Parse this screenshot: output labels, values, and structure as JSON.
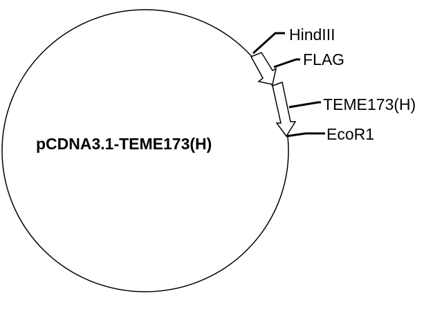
{
  "plasmid": {
    "name": "pCDNA3.1-TEME173(H)"
  },
  "features": [
    {
      "id": "flag",
      "label": "FLAG"
    },
    {
      "id": "insert",
      "label": "TEME173(H)"
    }
  ],
  "sites": [
    {
      "id": "hindiii",
      "label": "HindIII"
    },
    {
      "id": "ecor1",
      "label": "EcoR1"
    }
  ],
  "colors": {
    "line": "#000000",
    "fill": "#ffffff",
    "background": "#ffffff"
  }
}
